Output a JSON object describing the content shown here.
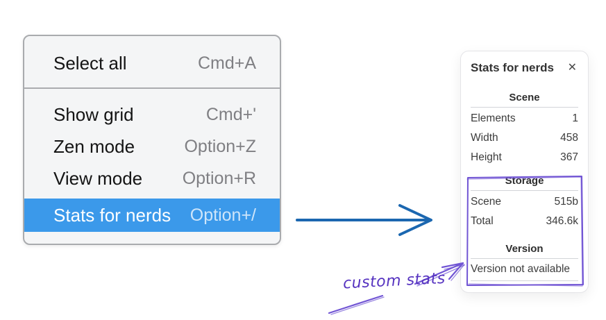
{
  "menu": {
    "items": [
      {
        "label": "Select all",
        "shortcut": "Cmd+A",
        "selected": false
      },
      {
        "label": "Show grid",
        "shortcut": "Cmd+'",
        "selected": false
      },
      {
        "label": "Zen mode",
        "shortcut": "Option+Z",
        "selected": false
      },
      {
        "label": "View mode",
        "shortcut": "Option+R",
        "selected": false
      },
      {
        "label": "Stats for nerds",
        "shortcut": "Option+/",
        "selected": true
      }
    ]
  },
  "stats_panel": {
    "title": "Stats for nerds",
    "close_glyph": "✕",
    "sections": [
      {
        "heading": "Scene",
        "rows": [
          {
            "label": "Elements",
            "value": "1"
          },
          {
            "label": "Width",
            "value": "458"
          },
          {
            "label": "Height",
            "value": "367"
          }
        ]
      },
      {
        "heading": "Storage",
        "rows": [
          {
            "label": "Scene",
            "value": "515b"
          },
          {
            "label": "Total",
            "value": "346.6k"
          }
        ]
      },
      {
        "heading": "Version",
        "note": "Version not available"
      }
    ]
  },
  "annotations": {
    "custom_stats_label": "custom stats"
  },
  "colors": {
    "menu_highlight": "#3b99ea",
    "blue_arrow": "#1b67b0",
    "purple_annotation": "#7155d4",
    "purple_text": "#5633c0"
  }
}
